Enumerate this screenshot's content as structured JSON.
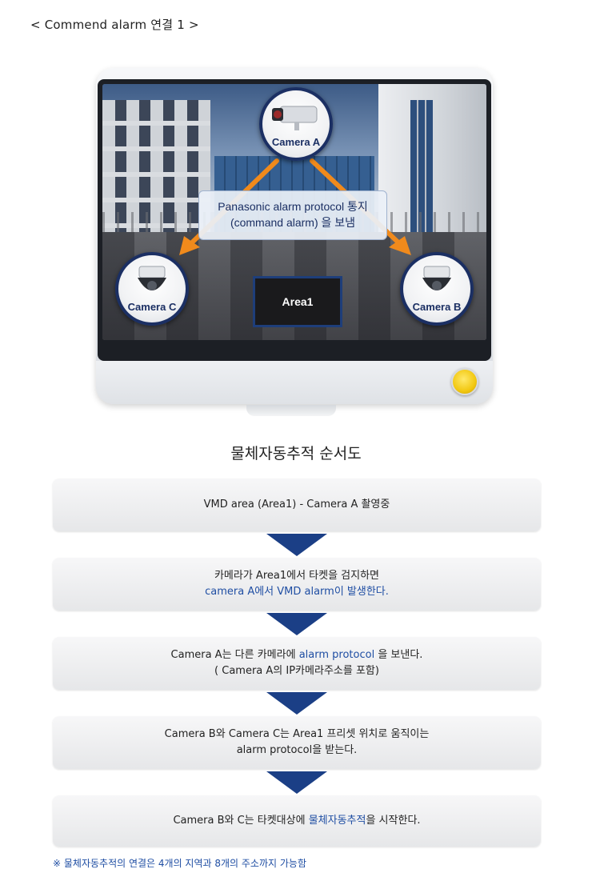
{
  "heading": "< Commend  alarm 연결 1 >",
  "diagram": {
    "camera_a": "Camera A",
    "camera_b": "Camera B",
    "camera_c": "Camera C",
    "message_line1": "Panasonic alarm protocol 통지",
    "message_line2": "(command alarm) 을 보냄",
    "area": "Area1"
  },
  "flow": {
    "title": "물체자동추적 순서도",
    "steps": [
      {
        "line1": "VMD area (Area1) - Camera A 촬영중"
      },
      {
        "line1": "카메라가 Area1에서 타켓을 검지하면",
        "line2_highlight": "camera A에서 VMD alarm이 발생한다."
      },
      {
        "line1_pre": "Camera A는 다른 카메라에 ",
        "line1_highlight": "alarm protocol",
        "line1_post": " 을 보낸다.",
        "line2": "( Camera A의 IP카메라주소를 포함)"
      },
      {
        "line1": "Camera B와 Camera C는 Area1 프리셋 위치로 움직이는",
        "line2": "alarm protocol을 받는다."
      },
      {
        "line1_pre": "Camera B와 C는 타켓대상에 ",
        "line1_highlight": "물체자동추적",
        "line1_post": "을 시작한다."
      }
    ]
  },
  "note": "※ 물체자동추적의 연결은 4개의 지역과 8개의 주소까지 가능함",
  "colors": {
    "accent_blue": "#1f4ea3",
    "arrow_orange": "#f08a1c",
    "arrow_navy": "#1b3f86",
    "power_button": "#f2c811"
  }
}
